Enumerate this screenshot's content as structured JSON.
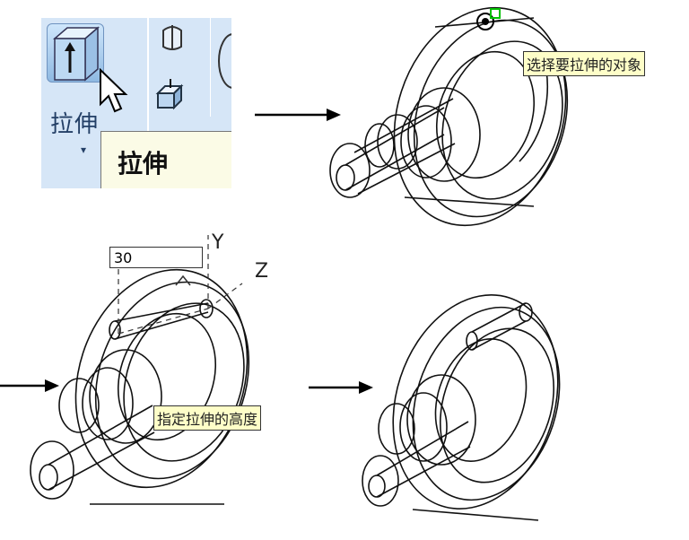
{
  "ribbon": {
    "command_label": "拉伸",
    "tooltip_title": "拉伸",
    "dropdown_glyph": "▾"
  },
  "step2": {
    "prompt": "选择要拉伸的对象"
  },
  "step3": {
    "height_value": "30",
    "axis_y": "Y",
    "axis_z": "Z",
    "prompt": "指定拉伸的高度"
  },
  "colors": {
    "selection_marker": "#00c000",
    "prompt_bg": "#fefec8",
    "ribbon_bg": "#d6e6f7"
  }
}
